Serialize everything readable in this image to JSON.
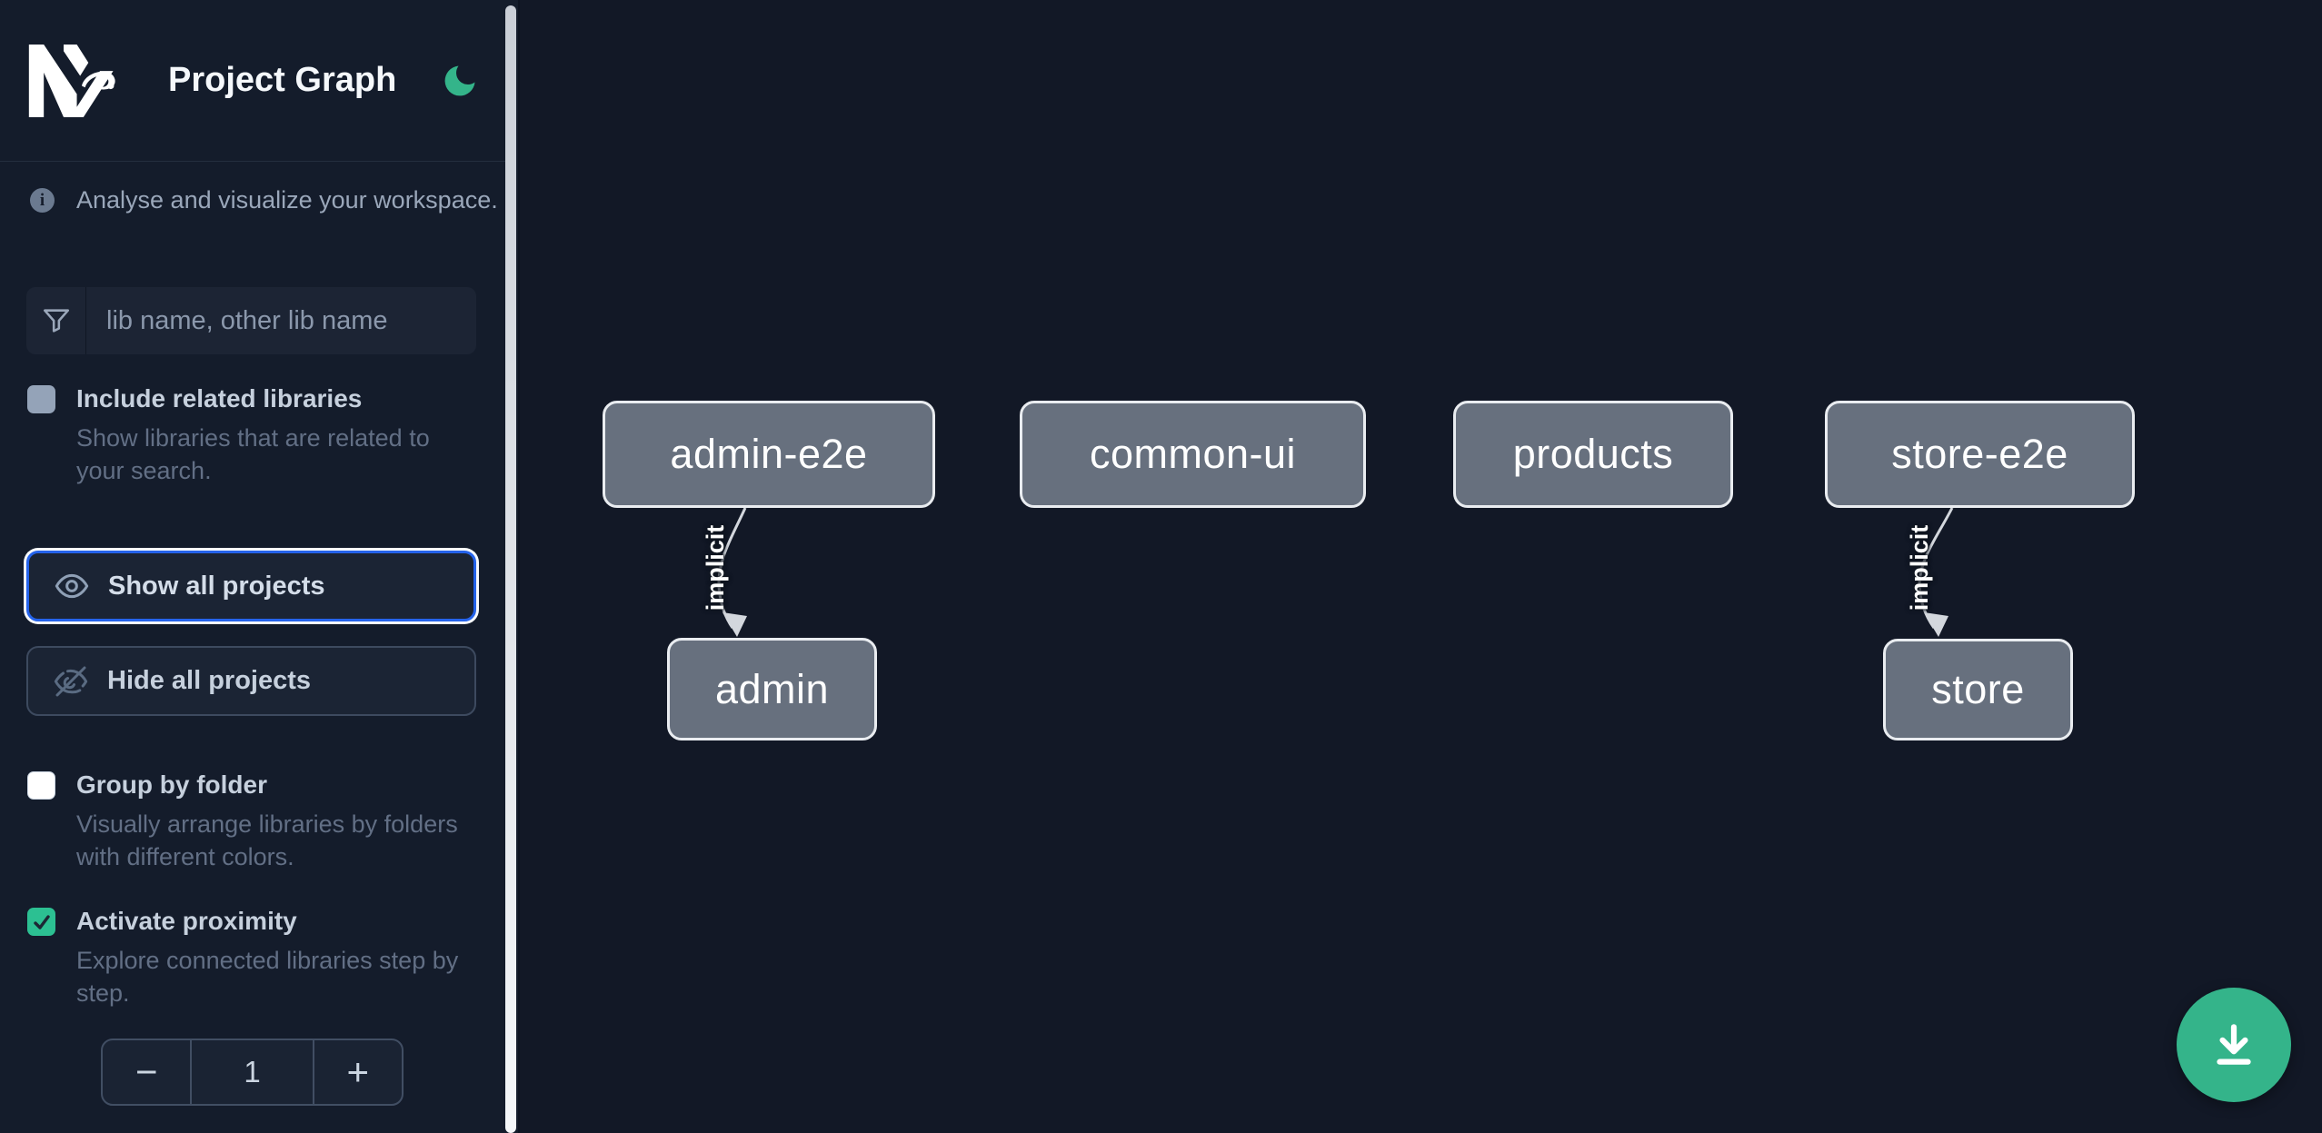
{
  "header": {
    "title": "Project Graph",
    "logo": "Nx",
    "theme_toggle_icon": "moon-icon"
  },
  "sidebar": {
    "tagline": "Analyse and visualize your workspace.",
    "search": {
      "placeholder": "lib name, other lib name",
      "value": "",
      "icon": "filter-icon"
    },
    "options": {
      "include_related": {
        "label": "Include related libraries",
        "description": "Show libraries that are related to your search.",
        "checked": false
      },
      "group_by_folder": {
        "label": "Group by folder",
        "description": "Visually arrange libraries by folders with different colors.",
        "checked": false
      },
      "activate_proximity": {
        "label": "Activate proximity",
        "description": "Explore connected libraries step by step.",
        "checked": true
      }
    },
    "buttons": {
      "show_all": "Show all projects",
      "hide_all": "Hide all projects"
    },
    "proximity_stepper": {
      "decrement": "−",
      "value": "1",
      "increment": "+"
    }
  },
  "graph": {
    "nodes": [
      {
        "id": "admin-e2e",
        "label": "admin-e2e"
      },
      {
        "id": "common-ui",
        "label": "common-ui"
      },
      {
        "id": "products",
        "label": "products"
      },
      {
        "id": "store-e2e",
        "label": "store-e2e"
      },
      {
        "id": "admin",
        "label": "admin"
      },
      {
        "id": "store",
        "label": "store"
      }
    ],
    "edges": [
      {
        "from": "admin-e2e",
        "to": "admin",
        "label": "implicit"
      },
      {
        "from": "store-e2e",
        "to": "store",
        "label": "implicit"
      }
    ]
  },
  "fab": {
    "icon": "download-icon"
  },
  "colors": {
    "accent_green": "#34b48a",
    "checkbox_green": "#2cc092",
    "focus_blue": "#2563eb",
    "node_fill": "#67707e",
    "node_border": "#e9ecf0",
    "edge": "#d3d7dd",
    "canvas_bg": "#121826",
    "sidebar_bg": "#141c2b"
  }
}
